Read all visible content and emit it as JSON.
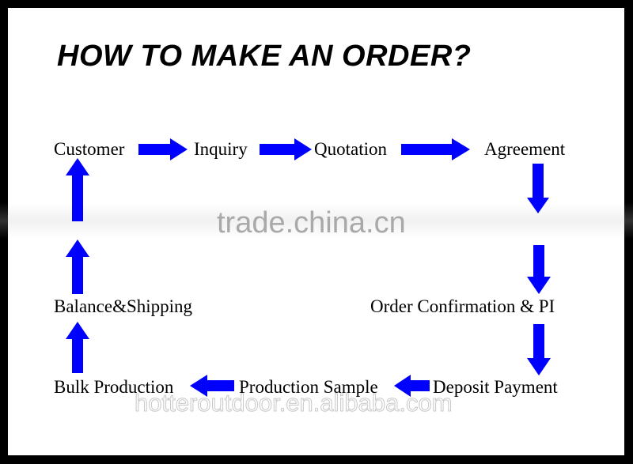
{
  "title": "HOW TO MAKE AN ORDER?",
  "steps": {
    "customer": "Customer",
    "inquiry": "Inquiry",
    "quotation": "Quotation",
    "agreement": "Agreement",
    "order_confirmation": "Order Confirmation & PI",
    "deposit_payment": "Deposit Payment",
    "production_sample": "Production Sample",
    "bulk_production": "Bulk Production",
    "balance_shipping": "Balance&Shipping"
  },
  "watermarks": {
    "main": "trade.china.cn",
    "sub": "hotteroutdoor.en.alibaba.com"
  },
  "colors": {
    "arrow": "#0000ff",
    "background": "#ffffff",
    "border": "#000000"
  }
}
